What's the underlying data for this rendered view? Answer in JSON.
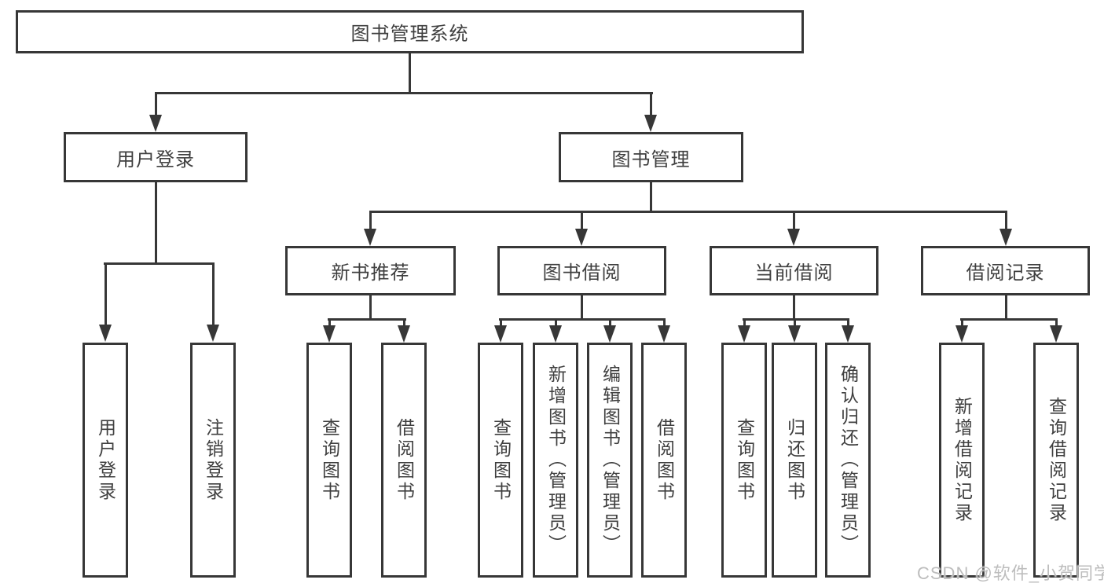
{
  "diagram": {
    "root": {
      "label": "图书管理系统"
    },
    "user": {
      "label": "用户登录",
      "children": [
        {
          "label": "用户登录"
        },
        {
          "label": "注销登录"
        }
      ]
    },
    "mgmt": {
      "label": "图书管理",
      "groups": [
        {
          "label": "新书推荐",
          "children": [
            {
              "label": "查询图书"
            },
            {
              "label": "借阅图书"
            }
          ]
        },
        {
          "label": "图书借阅",
          "children": [
            {
              "label": "查询图书"
            },
            {
              "label": "新增图书（管理员）"
            },
            {
              "label": "编辑图书（管理员）"
            },
            {
              "label": "借阅图书"
            }
          ]
        },
        {
          "label": "当前借阅",
          "children": [
            {
              "label": "查询图书"
            },
            {
              "label": "归还图书"
            },
            {
              "label": "确认归还（管理员）"
            }
          ]
        },
        {
          "label": "借阅记录",
          "children": [
            {
              "label": "新增借阅记录"
            },
            {
              "label": "查询借阅记录"
            }
          ]
        }
      ]
    }
  },
  "watermark": {
    "text": "CSDN @软件_小贺同学"
  },
  "colors": {
    "line": "#373737",
    "text": "#3f3f3f",
    "background": "#ffffff",
    "watermark": "#bdbdbd"
  }
}
